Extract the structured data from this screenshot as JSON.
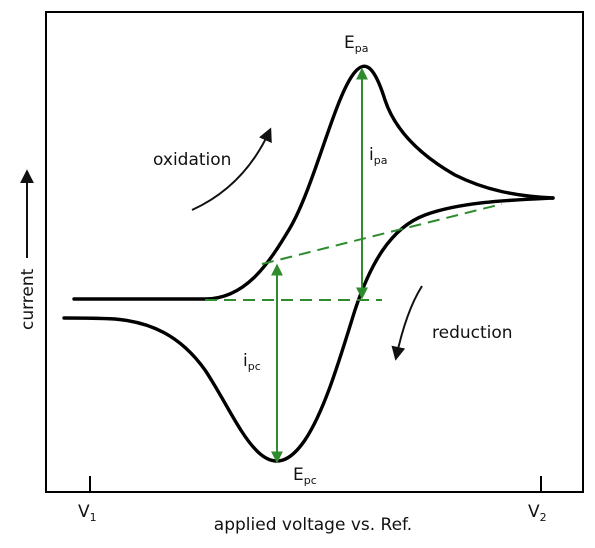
{
  "diagram": {
    "x_axis_label": "applied voltage vs. Ref.",
    "y_axis_label": "current",
    "x_ticks": [
      {
        "base": "V",
        "sub": "1"
      },
      {
        "base": "V",
        "sub": "2"
      }
    ],
    "arrow_labels": {
      "oxidation": "oxidation",
      "reduction": "reduction"
    },
    "peaks": {
      "anodic_potential": {
        "base": "E",
        "sub": "pa"
      },
      "anodic_current": {
        "base": "i",
        "sub": "pa"
      },
      "cathodic_potential": {
        "base": "E",
        "sub": "pc"
      },
      "cathodic_current": {
        "base": "i",
        "sub": "pc"
      }
    },
    "colors": {
      "curve": "#000000",
      "baseline": "#2e8b2e",
      "peak_arrow": "#2e8b2e",
      "frame": "#000000"
    }
  }
}
